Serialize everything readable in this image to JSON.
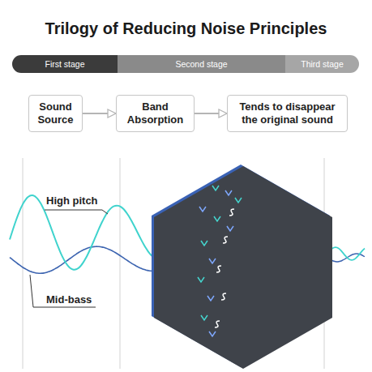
{
  "diagram": {
    "title": "Trilogy of Reducing Noise Principles",
    "nodes": [
      {
        "text": [
          "First stage"
        ]
      },
      {
        "text": [
          "Second stage"
        ]
      },
      {
        "text": [
          "Third stage"
        ]
      },
      {
        "text": [
          "Sound Source"
        ]
      },
      {
        "text": [
          "Band Absorption"
        ]
      },
      {
        "text": [
          "Tends to disappear the original sound"
        ]
      }
    ],
    "edges": [
      {
        "from": 3,
        "to": 4,
        "arrow": "to"
      },
      {
        "from": 4,
        "to": 5,
        "arrow": "to"
      }
    ],
    "labels": [
      "High pitch",
      "Mid-bass"
    ]
  }
}
